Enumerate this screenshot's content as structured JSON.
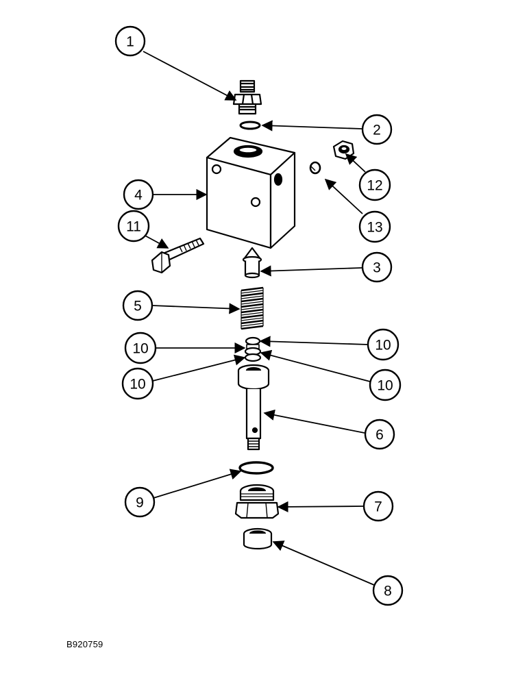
{
  "drawing_ref": "B920759",
  "colors": {
    "ink": "#000000",
    "paper": "#ffffff"
  },
  "callouts": {
    "c1": "1",
    "c2": "2",
    "c3": "3",
    "c4": "4",
    "c5": "5",
    "c6": "6",
    "c7": "7",
    "c8": "8",
    "c9": "9",
    "c10a": "10",
    "c10b": "10",
    "c10c": "10",
    "c10d": "10",
    "c11": "11",
    "c12": "12",
    "c13": "13"
  }
}
